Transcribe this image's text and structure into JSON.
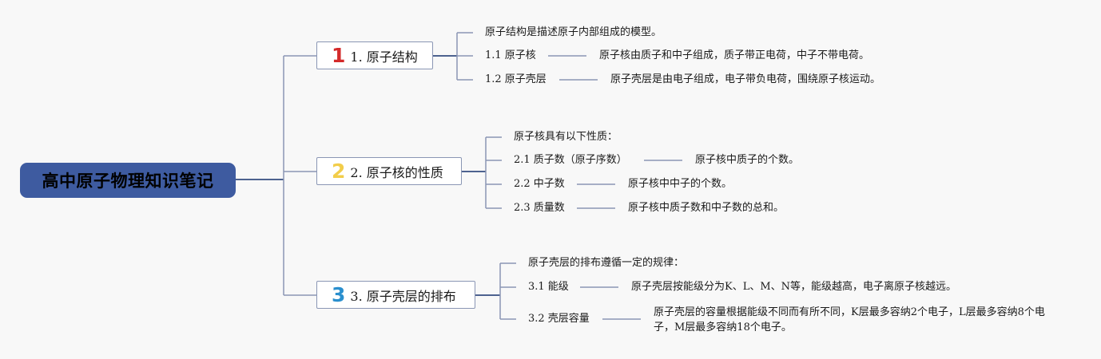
{
  "root": {
    "title": "高中原子物理知识笔记"
  },
  "colors": {
    "root_bg": "#3e5ba0",
    "line": "#4d628f",
    "leaf_line": "#8a96b4",
    "num1": "#d42a2a",
    "num2": "#f2cd4a",
    "num3": "#2a8fce"
  },
  "branches": [
    {
      "number": "1",
      "label": "1. 原子结构",
      "intro": "原子结构是描述原子内部组成的模型。",
      "items": [
        {
          "label": "1.1 原子核",
          "desc": "原子核由质子和中子组成，质子带正电荷，中子不带电荷。"
        },
        {
          "label": "1.2 原子壳层",
          "desc": "原子壳层是由电子组成，电子带负电荷，围绕原子核运动。"
        }
      ]
    },
    {
      "number": "2",
      "label": "2. 原子核的性质",
      "intro": "原子核具有以下性质：",
      "items": [
        {
          "label": "2.1 质子数（原子序数）",
          "desc": "原子核中质子的个数。"
        },
        {
          "label": "2.2 中子数",
          "desc": "原子核中中子的个数。"
        },
        {
          "label": "2.3 质量数",
          "desc": "原子核中质子数和中子数的总和。"
        }
      ]
    },
    {
      "number": "3",
      "label": "3. 原子壳层的排布",
      "intro": "原子壳层的排布遵循一定的规律：",
      "items": [
        {
          "label": "3.1 能级",
          "desc": "原子壳层按能级分为K、L、M、N等，能级越高，电子离原子核越远。"
        },
        {
          "label": "3.2 壳层容量",
          "desc": "原子壳层的容量根据能级不同而有所不同，K层最多容纳2个电子，L层最多容纳8个电子，M层最多容纳18个电子。"
        }
      ]
    }
  ]
}
